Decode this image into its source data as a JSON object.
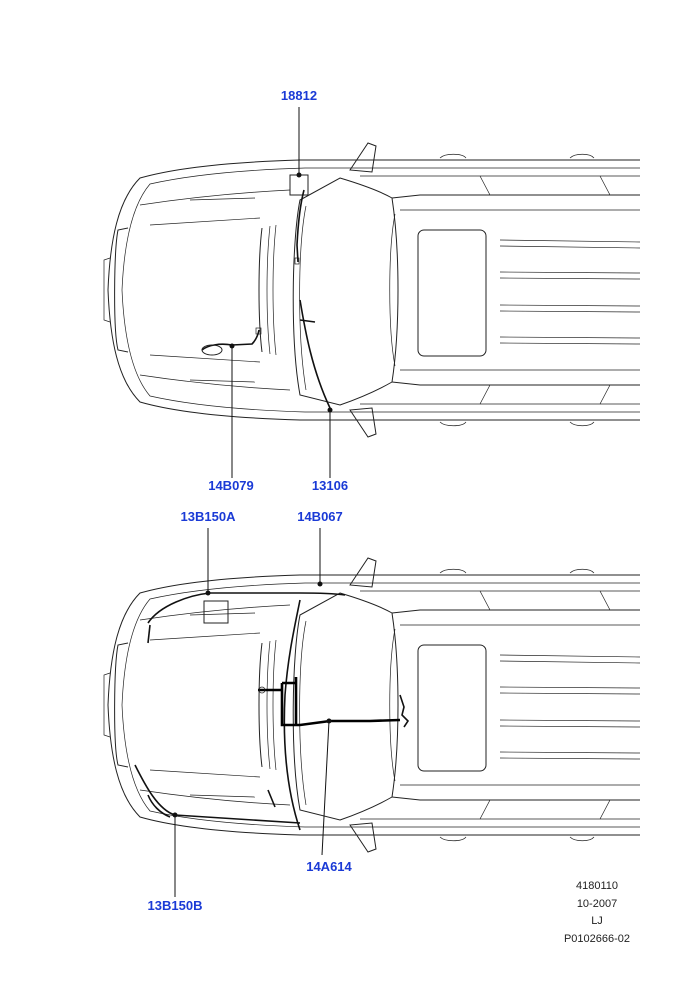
{
  "views": {
    "top": {
      "callouts": [
        {
          "id": "c-18812",
          "label": "18812"
        },
        {
          "id": "c-14B079",
          "label": "14B079"
        },
        {
          "id": "c-13106",
          "label": "13106"
        }
      ]
    },
    "bottom": {
      "callouts": [
        {
          "id": "c-13B150A",
          "label": "13B150A"
        },
        {
          "id": "c-14B067",
          "label": "14B067"
        },
        {
          "id": "c-14A614",
          "label": "14A614"
        },
        {
          "id": "c-13B150B",
          "label": "13B150B"
        }
      ]
    }
  },
  "reference": {
    "number": "4180110",
    "date": "10-2007",
    "initials": "LJ",
    "code": "P0102666-02"
  },
  "colors": {
    "callout_text": "#1a3ad6",
    "line_art": "#222222",
    "background": "#ffffff"
  }
}
